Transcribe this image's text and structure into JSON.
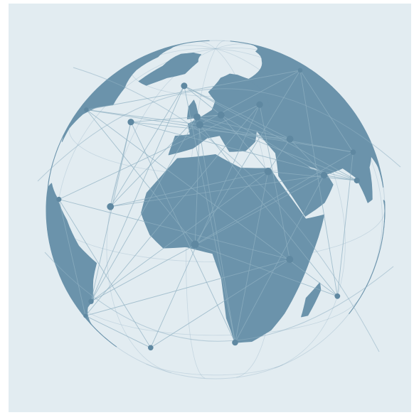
{
  "scene": {
    "background": "#e2ecf1",
    "land": "#6b93ab",
    "land_light": "#93b4c6",
    "network_line": "#8fb0c2",
    "node": "#5f88a1"
  },
  "nodes": [
    {
      "lon": -75,
      "lat": 40
    },
    {
      "lon": -43,
      "lat": -23
    },
    {
      "lon": -58,
      "lat": -34
    },
    {
      "lon": 0,
      "lat": 51
    },
    {
      "lon": 2,
      "lat": 48
    },
    {
      "lon": 13,
      "lat": 52
    },
    {
      "lon": 37,
      "lat": 55
    },
    {
      "lon": 31,
      "lat": 30
    },
    {
      "lon": 3,
      "lat": 6
    },
    {
      "lon": 18,
      "lat": -34
    },
    {
      "lon": 36,
      "lat": -1
    },
    {
      "lon": 55,
      "lat": 25
    },
    {
      "lon": 77,
      "lat": 28
    },
    {
      "lon": 72,
      "lat": 19
    },
    {
      "lon": 116,
      "lat": 40
    },
    {
      "lon": 139,
      "lat": 35
    },
    {
      "lon": 121,
      "lat": 31
    },
    {
      "lon": 103,
      "lat": 1
    },
    {
      "lon": 151,
      "lat": -33
    },
    {
      "lon": -122,
      "lat": 37
    },
    {
      "lon": -99,
      "lat": 19
    },
    {
      "lon": -30,
      "lat": 15
    },
    {
      "lon": -20,
      "lat": -40
    },
    {
      "lon": -35,
      "lat": 45
    },
    {
      "lon": 60,
      "lat": -20
    },
    {
      "lon": 90,
      "lat": -30
    },
    {
      "lon": -60,
      "lat": 10
    },
    {
      "lon": -15,
      "lat": 64
    },
    {
      "lon": 100,
      "lat": 60
    },
    {
      "lon": 45,
      "lat": 40
    }
  ]
}
